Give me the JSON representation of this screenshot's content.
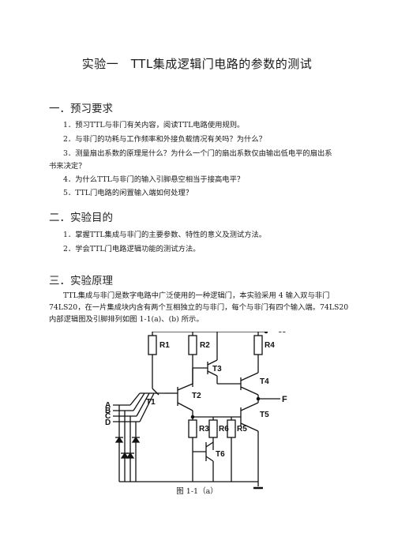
{
  "title": "实验一　TTL集成逻辑门电路的参数的测试",
  "section1": {
    "heading": "一．预习要求",
    "items": [
      "1．预习TTL与非门有关内容，阅读TTL电路使用规则。",
      "2．与非门的功耗与工作频率和外接负载情况有关吗？为什么？",
      "3．测量扇出系数的原理是什么？为什么一个门的扇出系数仅由输出低电平的扇出系",
      "书来决定？",
      "4．为什么TTL与非门的输入引脚悬空相当于接高电平？",
      "5．TTL门电路的闲置输入端如何处理？"
    ]
  },
  "section2": {
    "heading": "二．实验目的",
    "items": [
      "1．掌握TTL集成与非门的主要参数、特性的意义及测试方法。",
      "2．学会TTL门电路逻辑功能的测试方法。"
    ]
  },
  "section3": {
    "heading": "三．实验原理",
    "paragraph": "TTL集成与非门是数字电路中广泛使用的一种逻辑门，本实验采用 4 输入双与非门 74LS20，在一片集成块内含有两个互相独立的与非门，每个与非门有四个输入端。74LS20 内部逻辑图及引脚排列如图 1-1(a)、(b) 所示。"
  },
  "circuit": {
    "labels": {
      "r1": "R1",
      "r2": "R2",
      "r3": "R3",
      "r4": "R4",
      "r5": "R5",
      "r6": "R6",
      "t1": "T1",
      "t2": "T2",
      "t3": "T3",
      "t4": "T4",
      "t5": "T5",
      "t6": "T6",
      "vcc": "+U",
      "vcc_sub": "CC",
      "out": "F",
      "in_a": "A",
      "in_b": "B",
      "in_c": "C",
      "in_d": "D"
    }
  },
  "caption": "图 1-1（a）"
}
